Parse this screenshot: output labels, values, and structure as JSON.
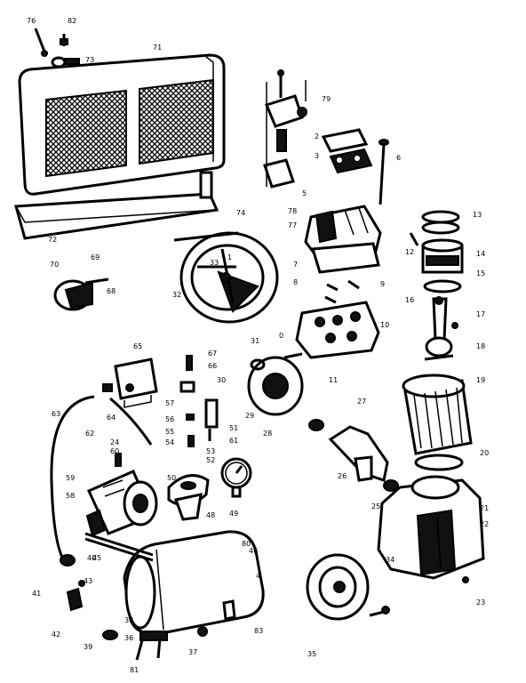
{
  "labels": [
    {
      "id": "p76",
      "text": "76"
    },
    {
      "id": "p82",
      "text": "82"
    },
    {
      "id": "p73",
      "text": "73"
    },
    {
      "id": "p71",
      "text": "71"
    },
    {
      "id": "p72",
      "text": "72"
    },
    {
      "id": "p74",
      "text": "74"
    },
    {
      "id": "p70",
      "text": "70"
    },
    {
      "id": "p69",
      "text": "69"
    },
    {
      "id": "p68",
      "text": "68"
    },
    {
      "id": "p33",
      "text": "33"
    },
    {
      "id": "p1",
      "text": "1"
    },
    {
      "id": "p32",
      "text": "32"
    },
    {
      "id": "p79",
      "text": "79"
    },
    {
      "id": "p2",
      "text": "2"
    },
    {
      "id": "p3",
      "text": "3"
    },
    {
      "id": "p6",
      "text": "6"
    },
    {
      "id": "p5",
      "text": "5"
    },
    {
      "id": "p13",
      "text": "13"
    },
    {
      "id": "p12",
      "text": "12"
    },
    {
      "id": "p14",
      "text": "14"
    },
    {
      "id": "p15",
      "text": "15"
    },
    {
      "id": "p16",
      "text": "16"
    },
    {
      "id": "p17",
      "text": "17"
    },
    {
      "id": "p18",
      "text": "18"
    },
    {
      "id": "p19",
      "text": "19"
    },
    {
      "id": "p20",
      "text": "20"
    },
    {
      "id": "p21",
      "text": "21"
    },
    {
      "id": "p22",
      "text": "22"
    },
    {
      "id": "p23",
      "text": "23"
    },
    {
      "id": "p24",
      "text": "24"
    },
    {
      "id": "p25",
      "text": "25"
    },
    {
      "id": "p26",
      "text": "26"
    },
    {
      "id": "p27",
      "text": "27"
    },
    {
      "id": "p28",
      "text": "28"
    },
    {
      "id": "p29",
      "text": "29"
    },
    {
      "id": "p30",
      "text": "30"
    },
    {
      "id": "p31",
      "text": "31"
    },
    {
      "id": "p11",
      "text": "11"
    },
    {
      "id": "p35",
      "text": "35"
    },
    {
      "id": "p34",
      "text": "34"
    },
    {
      "id": "p36",
      "text": "36"
    },
    {
      "id": "p37",
      "text": "37"
    },
    {
      "id": "p38",
      "text": "38"
    },
    {
      "id": "p39",
      "text": "39"
    },
    {
      "id": "p40",
      "text": "40"
    },
    {
      "id": "p41",
      "text": "41"
    },
    {
      "id": "p42",
      "text": "42"
    },
    {
      "id": "p43",
      "text": "43"
    },
    {
      "id": "p45",
      "text": "45"
    },
    {
      "id": "p46",
      "text": "46"
    },
    {
      "id": "p48",
      "text": "48"
    },
    {
      "id": "p49",
      "text": "49"
    },
    {
      "id": "p50",
      "text": "50"
    },
    {
      "id": "p51",
      "text": "51"
    },
    {
      "id": "p52",
      "text": "52"
    },
    {
      "id": "p53",
      "text": "53"
    },
    {
      "id": "p54",
      "text": "54"
    },
    {
      "id": "p55",
      "text": "55"
    },
    {
      "id": "p56",
      "text": "56"
    },
    {
      "id": "p57",
      "text": "57"
    },
    {
      "id": "p58",
      "text": "58"
    },
    {
      "id": "p59",
      "text": "59"
    },
    {
      "id": "p60",
      "text": "60"
    },
    {
      "id": "p62",
      "text": "62"
    },
    {
      "id": "p63",
      "text": "63"
    },
    {
      "id": "p64",
      "text": "64"
    },
    {
      "id": "p65",
      "text": "65"
    },
    {
      "id": "p66",
      "text": "66"
    },
    {
      "id": "p67",
      "text": "67"
    },
    {
      "id": "p77",
      "text": "77"
    },
    {
      "id": "p78",
      "text": "78"
    },
    {
      "id": "p80",
      "text": "80"
    },
    {
      "id": "p81",
      "text": "81"
    },
    {
      "id": "p83",
      "text": "83"
    },
    {
      "id": "p4",
      "text": "4"
    },
    {
      "id": "p7",
      "text": "7"
    },
    {
      "id": "p8",
      "text": "8"
    },
    {
      "id": "p9",
      "text": "9"
    },
    {
      "id": "p10",
      "text": "10"
    },
    {
      "id": "p0",
      "text": "0"
    },
    {
      "id": "p61",
      "text": "61"
    }
  ]
}
